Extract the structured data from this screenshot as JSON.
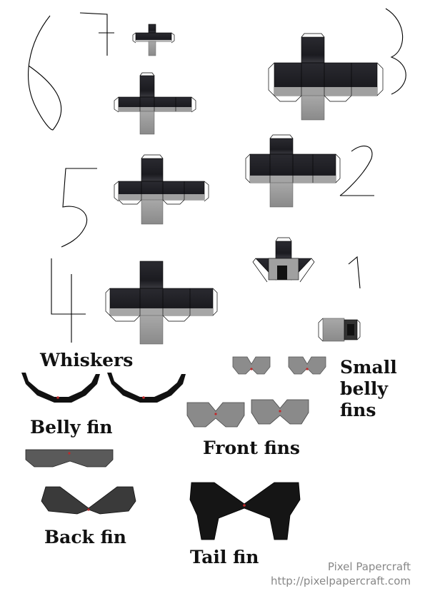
{
  "labels": {
    "whiskers": "Whiskers",
    "belly_fin": "Belly fin",
    "back_fin": "Back fin",
    "tail_fin": "Tail fin",
    "front_fins": "Front fins",
    "small_belly_fins_1": "Small",
    "small_belly_fins_2": "belly",
    "small_belly_fins_3": "fins"
  },
  "numbers": {
    "n1": "1",
    "n2": "2",
    "n3": "3",
    "n4": "4",
    "n5": "5",
    "n6": "6",
    "n7": "7"
  },
  "credit": {
    "name": "Pixel Papercraft",
    "url": "http://pixelpapercraft.com"
  },
  "colors": {
    "body_dark": "#1e1e24",
    "belly_gray": "#9a9a9a",
    "stripe": "#b8b8b8",
    "fin_gray": "#8c8c8c",
    "fin_dark": "#222222",
    "red_dot": "#c0282a"
  }
}
